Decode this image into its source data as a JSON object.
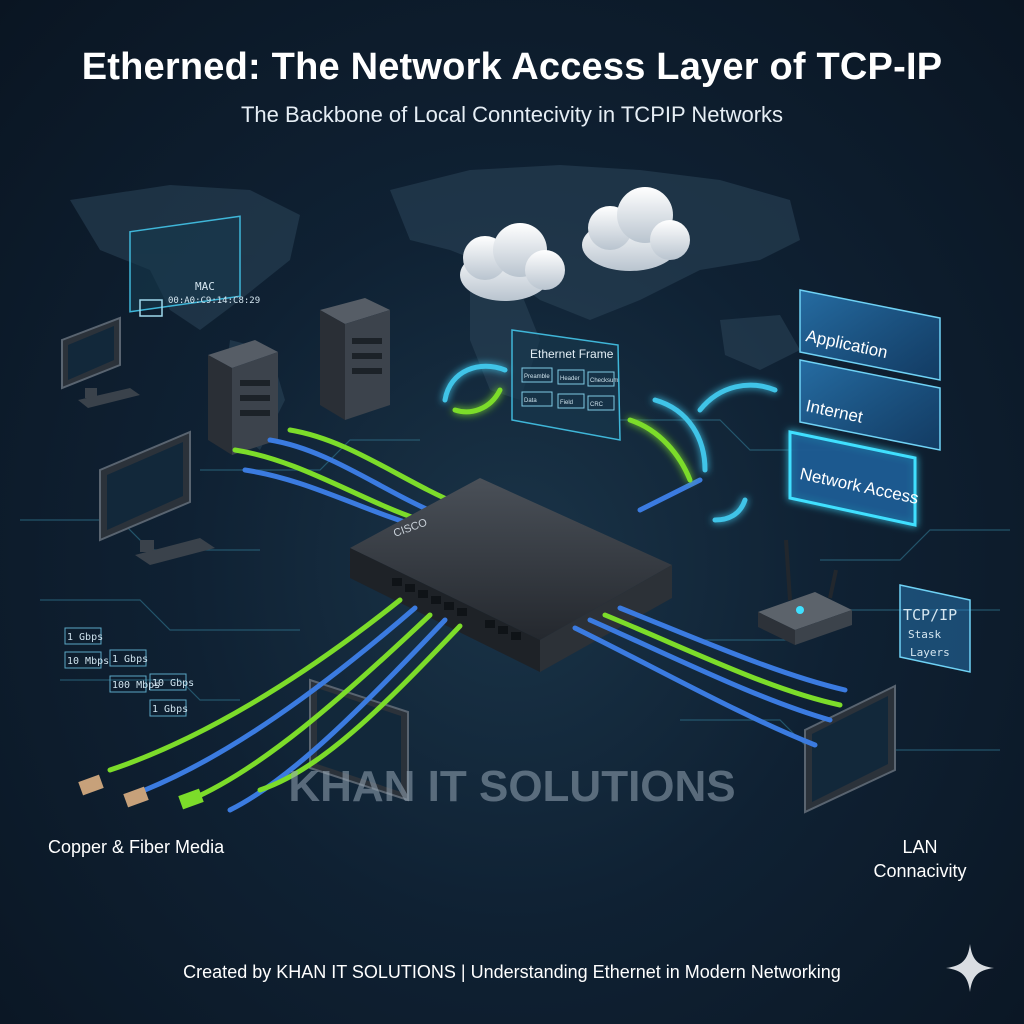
{
  "header": {
    "title": "Etherned: The Network Access Layer of TCP-IP",
    "subtitle": "The Backbone of Local Conntecivity in TCPIP Networks"
  },
  "stack": {
    "layers": [
      "Application",
      "Internet",
      "Network Access"
    ],
    "side_box": [
      "TCP/IP",
      "Stask",
      "Layers"
    ]
  },
  "frame_panel": {
    "title": "Ethernet Frame",
    "cells": [
      "Preamble",
      "Header",
      "Checksum",
      "Data",
      "Field",
      "CRC"
    ]
  },
  "mac_panel": {
    "label": "MAC",
    "address": "00:A0:C9:14:C8:29"
  },
  "switch": {
    "brand": "CISCO"
  },
  "speed_labels": [
    "1 Gbps",
    "10 Mbps",
    "1 Gbps",
    "100 Mbps",
    "10 Gbps",
    "1 Gbps"
  ],
  "captions": {
    "left": "Copper & Fiber Media",
    "right_line1": "LAN",
    "right_line2": "Connacivity"
  },
  "watermark": "KHAN IT SOLUTIONS",
  "footer": "Created by KHAN IT SOLUTIONS | Understanding Ethernet in Modern Networking",
  "colors": {
    "cable_green": "#7cdc2a",
    "cable_blue": "#3b7be0",
    "glow_cyan": "#3fe0ff",
    "layer_fill": "#1f6fb0"
  },
  "icons": [
    "cloud-icon",
    "server-icon",
    "monitor-icon",
    "router-icon",
    "switch-icon",
    "sparkle-icon"
  ]
}
